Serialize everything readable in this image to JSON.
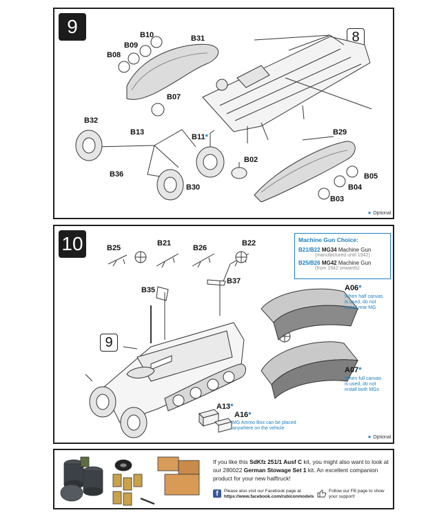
{
  "step9": {
    "number": "9",
    "ref_step": "8",
    "labels": {
      "b10": "B10",
      "b31": "B31",
      "b09": "B09",
      "b08": "B08",
      "b07": "B07",
      "b32": "B32",
      "b13": "B13",
      "b11": "B11",
      "b36": "B36",
      "b30": "B30",
      "b29": "B29",
      "b02": "B02",
      "b05": "B05",
      "b04": "B04",
      "b03": "B03"
    },
    "optional_star": "★",
    "optional_label": "Optional"
  },
  "step10": {
    "number": "10",
    "ref_step": "9",
    "labels": {
      "b25": "B25",
      "b21": "B21",
      "b26": "B26",
      "b22": "B22",
      "b35": "B35",
      "b37": "B37",
      "a06": "A06",
      "a07": "A07",
      "a13": "A13",
      "a16": "A16"
    },
    "machine_gun_choice": {
      "title": "Machine Gun Choice:",
      "options": [
        {
          "codes": "B21/B22",
          "model": "MG34",
          "text": "Machine Gun",
          "note": "(manufactured until 1942)"
        },
        {
          "codes": "B25/B26",
          "model": "MG42",
          "text": "Machine Gun",
          "note": "(from 1942 onwards)"
        }
      ]
    },
    "notes": {
      "a06": "When half canvas\nis used, do not\ninstall rear MG",
      "a07": "When full canvas\nis used, do not\ninstall both MGs",
      "a16": "MG Ammo Box can be placed\nanywhere on the vehicle"
    },
    "optional_star": "★",
    "optional_label": "Optional"
  },
  "advert": {
    "line1_pre": "If you like this ",
    "kit_name": "SdKfz 251/1 Ausf C",
    "line1_post": " kit, you might also want to look at our 280022 ",
    "set_name": "German Stowage Set 1",
    "line1_end": " kit.  An excellent companion product for your new halftruck!",
    "facebook_text": "Please also visit our Facebook page at",
    "facebook_url": "https://www.facebook.com/rubiconmodels",
    "follow_text": "Follow our FB page to show your support!"
  }
}
